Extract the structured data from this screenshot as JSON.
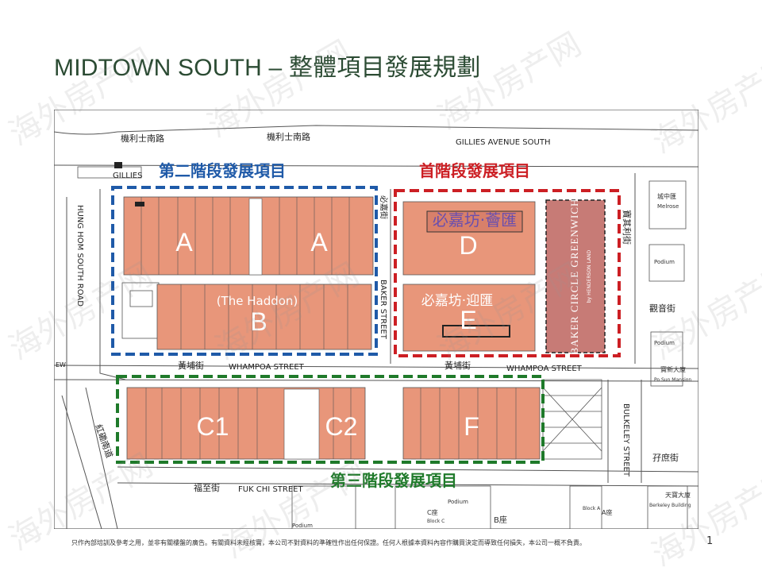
{
  "title": "MIDTOWN SOUTH – 整體項目發展規劃",
  "footer": "只作內部培訓及參考之用，並非有關樓盤的廣告。有關資料未經核實，本公司不對資料的準確性作出任何保證。任何人根據本資料內容作購買決定而導致任何損失，本公司一概不負責。",
  "page_number": "1",
  "watermark": "海外房产网",
  "colors": {
    "phase1": "#cc1f24",
    "phase2": "#1f5aa8",
    "phase3": "#1f7a2a",
    "block": "#e8967a",
    "title": "#2b4b33",
    "greenwich": "#c77b76"
  },
  "streets": {
    "gillies_cn_left": "機利士南路",
    "gillies_cn_right": "機利士南路",
    "gillies_en": "GILLIES AVENUE SOUTH",
    "gillies_short": "GILLIES",
    "hung_hom_south": "HUNG HOM SOUTH ROAD",
    "baker_cn": "必嘉街",
    "baker_en": "BAKER STREET",
    "whampoa_cn_left": "黃埔街",
    "whampoa_en_left": "WHAMPOA STREET",
    "whampoa_cn_right": "黃埔街",
    "whampoa_en_right": "WHAMPOA STREET",
    "po_loi": "寶其利街",
    "kwun_yam": "觀音街",
    "bulkeley": "BULKELEY STREET",
    "tsz_shu": "孖庶街",
    "hung_hom_road": "紅磡南道",
    "fuk_chi_cn": "福至街",
    "fuk_chi_en": "FUK CHI STREET",
    "ew": "EW"
  },
  "phases": {
    "phase1_label": "首階段發展項目",
    "phase2_label": "第二階段發展項目",
    "phase3_label": "第三階段發展項目"
  },
  "blocks": {
    "a": "A",
    "b": "B",
    "c1": "C1",
    "c2": "C2",
    "d": "D",
    "e": "E",
    "f": "F",
    "haddon": "(The Haddon)",
    "d_name": "必嘉坊·薈匯",
    "e_name": "必嘉坊·迎匯",
    "greenwich_main": "BAKER CIRCLE GREENWICH",
    "greenwich_sub": "by HENDERSON LAND"
  },
  "buildings": {
    "melrose_cn": "城中匯",
    "melrose_en": "Melrose",
    "podium1": "Podium",
    "po_sun_cn": "寶新大廈",
    "po_sun_en": "Po Sun Mansion",
    "podium2": "Podium",
    "berkeley_cn": "天寶大廈",
    "berkeley_en": "Berkeley Building",
    "podium3": "Podium",
    "podium4": "Podium",
    "block_c": "C座",
    "block_c_en": "Block C",
    "block_b": "B座",
    "block_a": "A座",
    "block_a_en": "Block A"
  }
}
